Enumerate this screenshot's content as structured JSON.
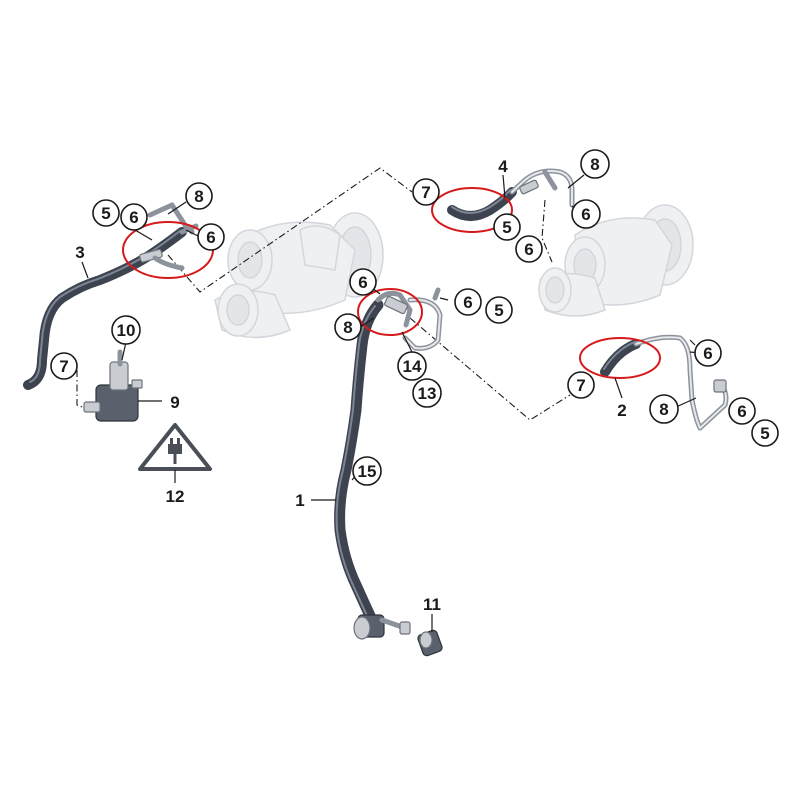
{
  "callouts": [
    {
      "id": "c-3",
      "text": "3"
    },
    {
      "id": "c-5a",
      "text": "5"
    },
    {
      "id": "c-6a",
      "text": "6"
    },
    {
      "id": "c-8a",
      "text": "8"
    },
    {
      "id": "c-6b",
      "text": "6"
    },
    {
      "id": "c-10",
      "text": "10"
    },
    {
      "id": "c-7a",
      "text": "7"
    },
    {
      "id": "c-9",
      "text": "9"
    },
    {
      "id": "c-12",
      "text": "12"
    },
    {
      "id": "c-7b",
      "text": "7"
    },
    {
      "id": "c-4",
      "text": "4"
    },
    {
      "id": "c-8b",
      "text": "8"
    },
    {
      "id": "c-6c",
      "text": "6"
    },
    {
      "id": "c-5b",
      "text": "5"
    },
    {
      "id": "c-6d",
      "text": "6"
    },
    {
      "id": "c-6e",
      "text": "6"
    },
    {
      "id": "c-6f",
      "text": "6"
    },
    {
      "id": "c-5c",
      "text": "5"
    },
    {
      "id": "c-8c",
      "text": "8"
    },
    {
      "id": "c-14",
      "text": "14"
    },
    {
      "id": "c-13",
      "text": "13"
    },
    {
      "id": "c-15",
      "text": "15"
    },
    {
      "id": "c-1",
      "text": "1"
    },
    {
      "id": "c-11",
      "text": "11"
    },
    {
      "id": "c-6g",
      "text": "6"
    },
    {
      "id": "c-7c",
      "text": "7"
    },
    {
      "id": "c-2",
      "text": "2"
    },
    {
      "id": "c-8d",
      "text": "8"
    },
    {
      "id": "c-6h",
      "text": "6"
    },
    {
      "id": "c-5d",
      "text": "5"
    }
  ]
}
